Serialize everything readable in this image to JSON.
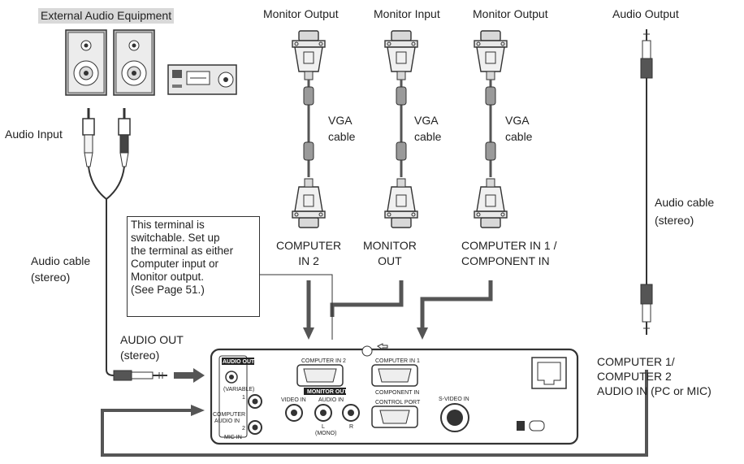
{
  "labels": {
    "external_equipment": "External Audio Equipment",
    "audio_input": "Audio Input",
    "audio_cable_left": "Audio cable\n(stereo)",
    "audio_out": "AUDIO OUT\n(stereo)",
    "monitor_output_1": "Monitor Output",
    "monitor_input": "Monitor Input",
    "monitor_output_2": "Monitor Output",
    "audio_output": "Audio Output",
    "vga_cable_1": "VGA\ncable",
    "vga_cable_2": "VGA\ncable",
    "vga_cable_3": "VGA\ncable",
    "audio_cable_right": "Audio cable\n(stereo)",
    "computer_in_2": "COMPUTER\nIN 2",
    "monitor_out": "MONITOR\nOUT",
    "computer_in_1": "COMPUTER IN 1 /\nCOMPONENT IN",
    "computer_audio_in": "COMPUTER 1/\nCOMPUTER 2\nAUDIO IN (PC or MIC)"
  },
  "note": "This terminal is\nswitchable. Set up\nthe terminal as either\nComputer input or\nMonitor output.\n(See Page 51.)",
  "panel": {
    "audio_out": "AUDIO OUT",
    "variable": "(VARIABLE)",
    "computer_in_2": "COMPUTER IN 2",
    "monitor_out": "MONITOR OUT",
    "computer_in_1": "COMPUTER IN 1",
    "component_in": "COMPONENT IN",
    "computer_audio_in": "COMPUTER",
    "computer_audio_in_2": "AUDIO IN",
    "mic_in": "MIC IN",
    "video_in": "VIDEO IN",
    "audio_in": "AUDIO IN",
    "l_mono": "L",
    "mono": "(MONO)",
    "r": "R",
    "control_port": "CONTROL PORT",
    "s_video_in": "S-VIDEO IN",
    "port_1": "1",
    "port_2": "2"
  },
  "colors": {
    "arrow": "#555555",
    "line": "#333333"
  }
}
